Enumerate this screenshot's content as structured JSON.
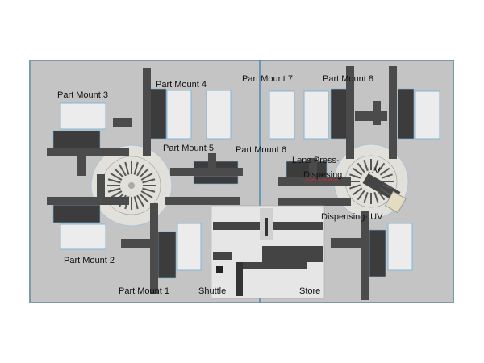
{
  "labels": {
    "pm1": "Part Mount 1",
    "pm2": "Part Mount 2",
    "pm3": "Part Mount 3",
    "pm4": "Part Mount 4",
    "pm5": "Part Mount 5",
    "pm6": "Part Mount 6",
    "pm7": "Part Mount 7",
    "pm8": "Part Mount 8",
    "lens_press": "Lens Press·",
    "dispesing": "Dispesing",
    "uv": "UV",
    "dispensing_uv": "Dispensing· UV",
    "shuttle": "Shuttle",
    "store": "Store"
  },
  "colors": {
    "background": "#c4c4c4",
    "frame": "#7a9aaa",
    "divider": "#4a8ab0",
    "arm": "#4b4b4b",
    "controller": "#3c3c3c",
    "pad": "#ececec",
    "pad_outline": "#7fb6d8",
    "rotary": "#e2e0da",
    "bracket": "#e4dcc0"
  }
}
